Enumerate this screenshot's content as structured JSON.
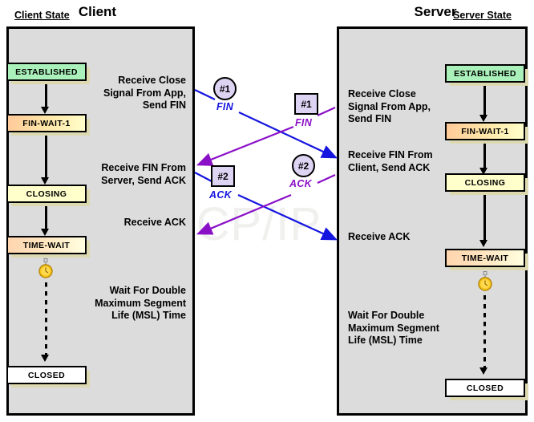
{
  "diagram": {
    "watermark": "The TCP/IP Guide",
    "colors": {
      "panel_background": "#dcdcdc",
      "established": "#aaf0ba",
      "fin_wait_1": "#ffc999",
      "closing": "#ffffcc",
      "time_wait": "#ffd4ad",
      "closed": "#ffffff",
      "client_message": "#1515e0",
      "server_message": "#8a10c8",
      "marker_fill": "#ddd3f2"
    }
  },
  "client": {
    "title": "Client",
    "state_heading": "Client State",
    "states": [
      {
        "label": "ESTABLISHED"
      },
      {
        "label": "FIN-WAIT-1"
      },
      {
        "label": "CLOSING"
      },
      {
        "label": "TIME-WAIT"
      },
      {
        "label": "CLOSED"
      }
    ],
    "events": [
      {
        "text": "Receive Close\nSignal From App,\nSend FIN"
      },
      {
        "text": "Receive FIN From\nServer, Send ACK"
      },
      {
        "text": "Receive ACK"
      },
      {
        "text": "Wait For Double\nMaximum Segment\nLife (MSL) Time"
      }
    ],
    "messages": [
      {
        "number": "#1",
        "label": "FIN",
        "shape": "circle",
        "direction": "sent"
      },
      {
        "number": "#2",
        "label": "ACK",
        "shape": "square",
        "direction": "sent"
      }
    ]
  },
  "server": {
    "title": "Server",
    "state_heading": "Server State",
    "states": [
      {
        "label": "ESTABLISHED"
      },
      {
        "label": "FIN-WAIT-1"
      },
      {
        "label": "CLOSING"
      },
      {
        "label": "TIME-WAIT"
      },
      {
        "label": "CLOSED"
      }
    ],
    "events": [
      {
        "text": "Receive Close\nSignal From App,\nSend FIN"
      },
      {
        "text": "Receive FIN From\nClient, Send ACK"
      },
      {
        "text": "Receive ACK"
      },
      {
        "text": "Wait For Double\nMaximum Segment\nLife (MSL) Time"
      }
    ],
    "messages": [
      {
        "number": "#1",
        "label": "FIN",
        "shape": "square",
        "direction": "sent"
      },
      {
        "number": "#2",
        "label": "ACK",
        "shape": "circle",
        "direction": "sent"
      }
    ]
  }
}
